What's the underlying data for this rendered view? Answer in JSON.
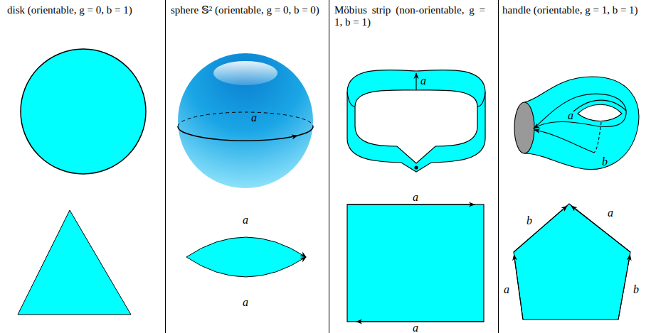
{
  "diagram": {
    "labels": [
      "disk (orientable, g = 0, b = 1)",
      "sphere 𝕊² (orientable, g = 0, b = 0)",
      "Möbius strip (non-orientable, g = 1, b = 1)",
      "handle (orientable, g = 1, b = 1)",
      "a",
      "a",
      "a",
      "a",
      "a",
      "a",
      "a",
      "b",
      "b",
      "a",
      "a",
      "b"
    ]
  }
}
